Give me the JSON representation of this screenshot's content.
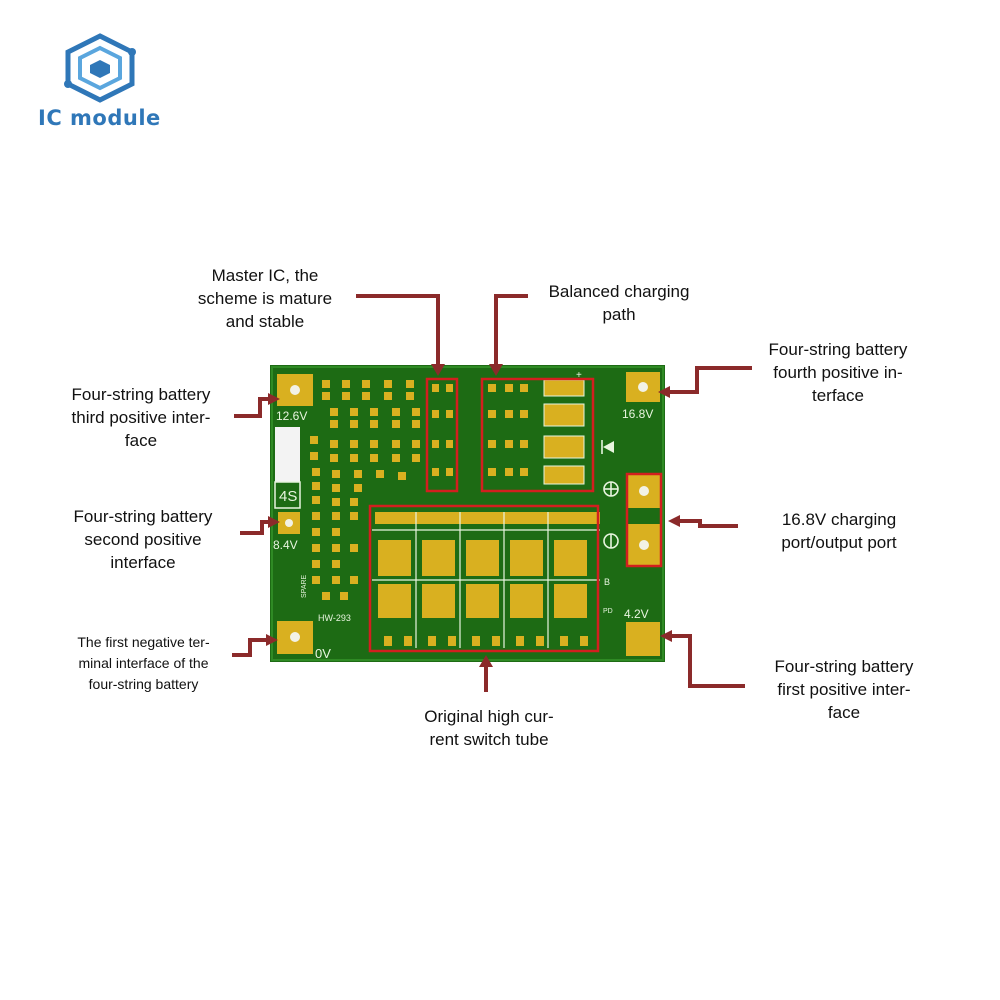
{
  "brand": {
    "logo_icon": "hexagon-circuit-icon",
    "name": "IC module",
    "color": "#2f77b8"
  },
  "board": {
    "color": "#1d6b14",
    "pad_color": "#d9b020",
    "highlight_color": "#d21f1f",
    "arrow_color": "#8b2a2a",
    "model": "HW-293",
    "cell_count": "4S",
    "voltages": {
      "v126": "12.6V",
      "v84": "8.4V",
      "v0": "0V",
      "v168": "16.8V",
      "v42": "4.2V"
    },
    "side_mark": "SPARE",
    "small_marks": {
      "plus": "+",
      "b": "B",
      "pd": "PD"
    }
  },
  "labels": {
    "master_ic": "Master IC, the\nscheme is mature\nand stable",
    "balanced_path": "Balanced charging\npath",
    "third_positive": "Four-string battery\nthird positive inter-\nface",
    "fourth_positive": "Four-string battery\nfourth positive in-\nterface",
    "second_positive": "Four-string battery\nsecond positive\ninterface",
    "charging_port": "16.8V charging\nport/output port",
    "first_negative": "The first negative ter-\nminal interface of the\nfour-string battery",
    "first_positive": "Four-string battery\nfirst positive inter-\nface",
    "switch_tube": "Original high cur-\nrent switch tube"
  }
}
